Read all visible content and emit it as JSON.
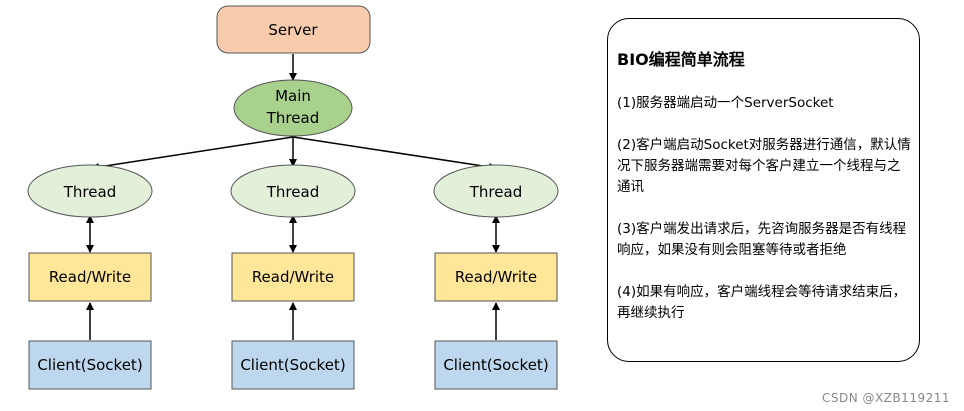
{
  "diagram": {
    "server": "Server",
    "main_thread_line1": "Main",
    "main_thread_line2": "Thread",
    "columns": [
      {
        "thread": "Thread",
        "rw": "Read/Write",
        "client": "Client(Socket)"
      },
      {
        "thread": "Thread",
        "rw": "Read/Write",
        "client": "Client(Socket)"
      },
      {
        "thread": "Thread",
        "rw": "Read/Write",
        "client": "Client(Socket)"
      }
    ]
  },
  "panel": {
    "title": "BIO编程简单流程",
    "steps": [
      "(1)服务器端启动一个ServerSocket",
      "(2)客户端启动Socket对服务器进行通信，默认情况下服务器端需要对每个客户建立一个线程与之通讯",
      "(3)客户端发出请求后，先咨询服务器是否有线程响应，如果没有则会阻塞等待或者拒绝",
      "(4)如果有响应，客户端线程会等待请求结束后，再继续执行"
    ]
  },
  "watermark": "CSDN @XZB119211",
  "colors": {
    "server_fill": "#F8CBAD",
    "main_thread_fill": "#A9D18E",
    "thread_fill": "#E2F0D9",
    "rw_fill": "#FFE699",
    "client_fill": "#BDD7EE"
  }
}
